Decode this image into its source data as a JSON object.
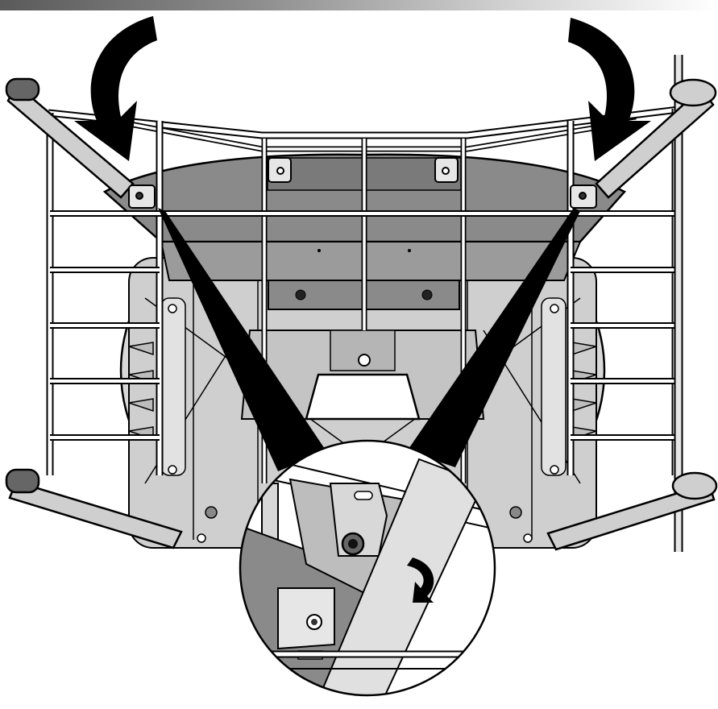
{
  "figure": {
    "kind": "assembly-instruction-illustration",
    "subject": "frame-rotation-step",
    "arrows": [
      "rotate-arrow-left",
      "rotate-arrow-right",
      "detail-rotate-arrow"
    ],
    "detail_view": "magnified-corner-bracket",
    "colors": {
      "line": "#000000",
      "panel_dark": "#8a8a8a",
      "panel_mid": "#bdbdbd",
      "panel_light": "#d6d6d6",
      "background": "#ffffff"
    }
  }
}
